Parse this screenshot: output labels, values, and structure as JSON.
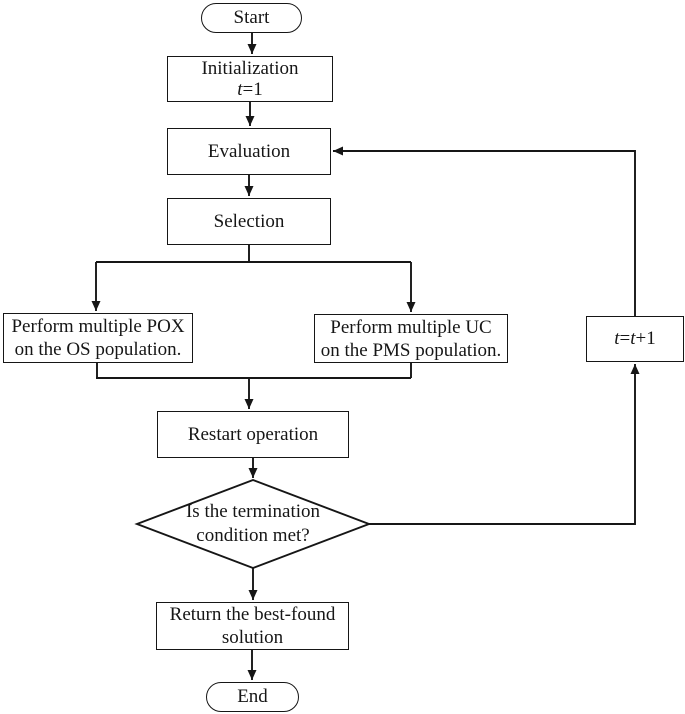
{
  "figure": {
    "type": "flowchart",
    "background_color": "#ffffff",
    "ink_color": "#161616"
  },
  "nodes": {
    "start": {
      "label": "Start"
    },
    "init": {
      "line1": "Initialization",
      "t_italic": "t",
      "t_rest": "=1"
    },
    "evaluation": {
      "label": "Evaluation"
    },
    "selection": {
      "label": "Selection"
    },
    "pox": {
      "line1": "Perform multiple POX",
      "line2": "on the OS population."
    },
    "uc": {
      "line1": "Perform multiple UC",
      "line2": "on the PMS population."
    },
    "restart": {
      "label": "Restart operation"
    },
    "t_update": {
      "t1": "t",
      "eq": "=",
      "t2": "t",
      "plus": "+1"
    },
    "decision": {
      "line1": "Is the termination",
      "line2": "condition met?"
    },
    "return": {
      "line1": "Return the best-found",
      "line2": "solution"
    },
    "end": {
      "label": "End"
    }
  }
}
